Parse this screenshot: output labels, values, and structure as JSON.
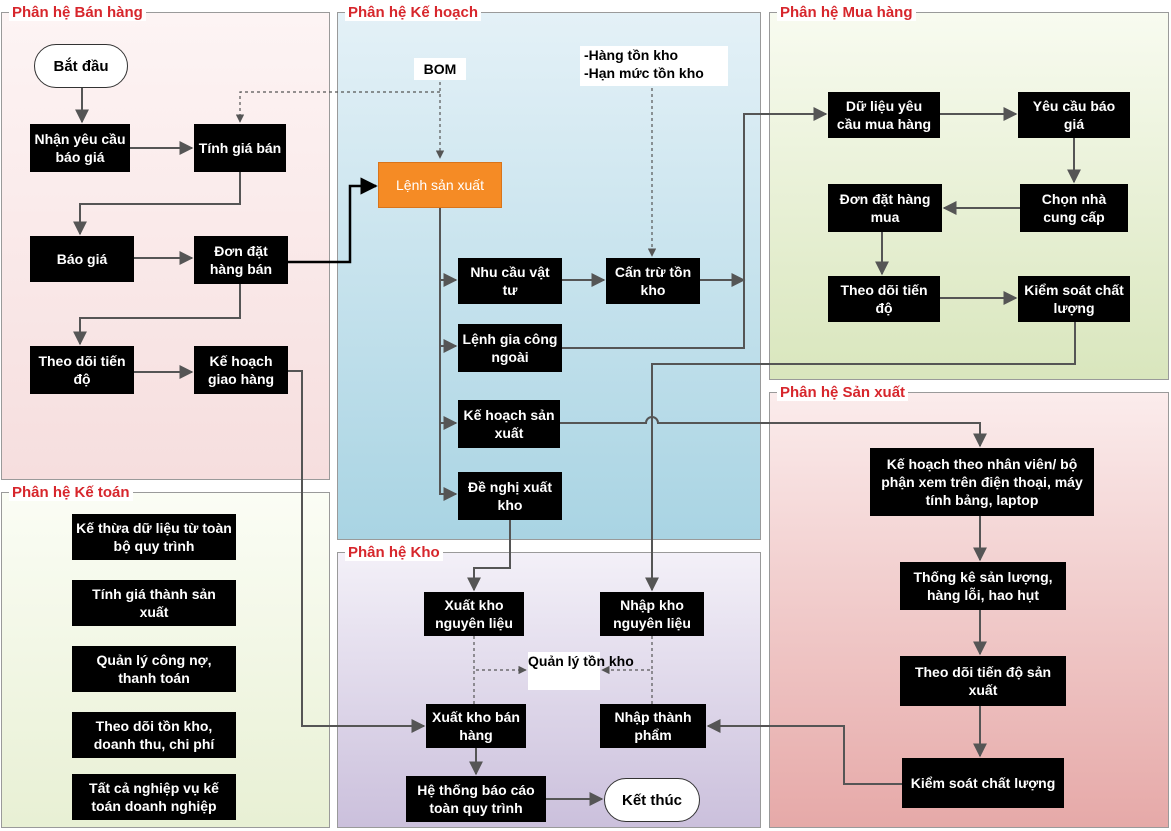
{
  "regions": {
    "sales": "Phân hệ Bán hàng",
    "planning": "Phân hệ Kế hoạch",
    "purchasing": "Phân hệ Mua hàng",
    "accounting": "Phân hệ Kế toán",
    "warehouse": "Phân hệ Kho",
    "production": "Phân hệ Sản xuất"
  },
  "sales": {
    "start": "Bắt đầu",
    "quote_request": "Nhận yêu cầu báo giá",
    "pricing": "Tính giá bán",
    "quote": "Báo giá",
    "sales_order": "Đơn đặt hàng bán",
    "progress": "Theo dõi tiến độ",
    "delivery_plan": "Kế hoạch giao hàng"
  },
  "planning": {
    "bom": "BOM",
    "inventory_note": [
      "-Hàng tồn kho",
      "-Hạn mức tồn kho"
    ],
    "production_order": "Lệnh sản xuất",
    "material_need": "Nhu cầu vật tư",
    "offset_stock": "Cấn trừ tồn kho",
    "outsourcing_order": "Lệnh gia công ngoài",
    "production_plan": "Kế hoạch sản xuất",
    "issue_request": "Đề nghị xuất kho"
  },
  "purchasing": {
    "purchase_request": "Dữ liệu yêu cầu mua hàng",
    "quote_request": "Yêu cầu báo giá",
    "purchase_order": "Đơn đặt hàng mua",
    "choose_supplier": "Chọn nhà cung cấp",
    "progress": "Theo dõi tiến độ",
    "quality": "Kiểm soát chất lượng"
  },
  "accounting": {
    "items": [
      "Kế thừa dữ liệu từ toàn bộ quy trình",
      "Tính giá thành sản xuất",
      "Quản lý công nợ, thanh toán",
      "Theo dõi tồn kho, doanh thu, chi phí",
      "Tất cả nghiệp vụ kế toán doanh nghiệp"
    ]
  },
  "warehouse": {
    "issue_materials": "Xuất kho nguyên liệu",
    "receive_materials": "Nhập kho nguyên liệu",
    "inventory_mgmt": "Quản lý tồn kho",
    "issue_sales": "Xuất kho bán hàng",
    "receive_finished": "Nhập thành phẩm",
    "report_system": "Hệ thống báo cáo toàn quy trình",
    "end": "Kết thúc"
  },
  "production": {
    "staff_plan": "Kế hoạch theo nhân viên/ bộ phận xem trên điện thoại, máy tính bảng, laptop",
    "output_stats": "Thống kê sản lượng, hàng lỗi, hao hụt",
    "progress": "Theo dõi tiến độ sản xuất",
    "quality": "Kiểm soát chất lượng"
  },
  "colors": {
    "node_fill": "#000000",
    "node_text": "#ffffff",
    "highlight": "#f58b25",
    "region_title": "#d7262c",
    "connector": "#555555",
    "connector_strong": "#000000"
  }
}
